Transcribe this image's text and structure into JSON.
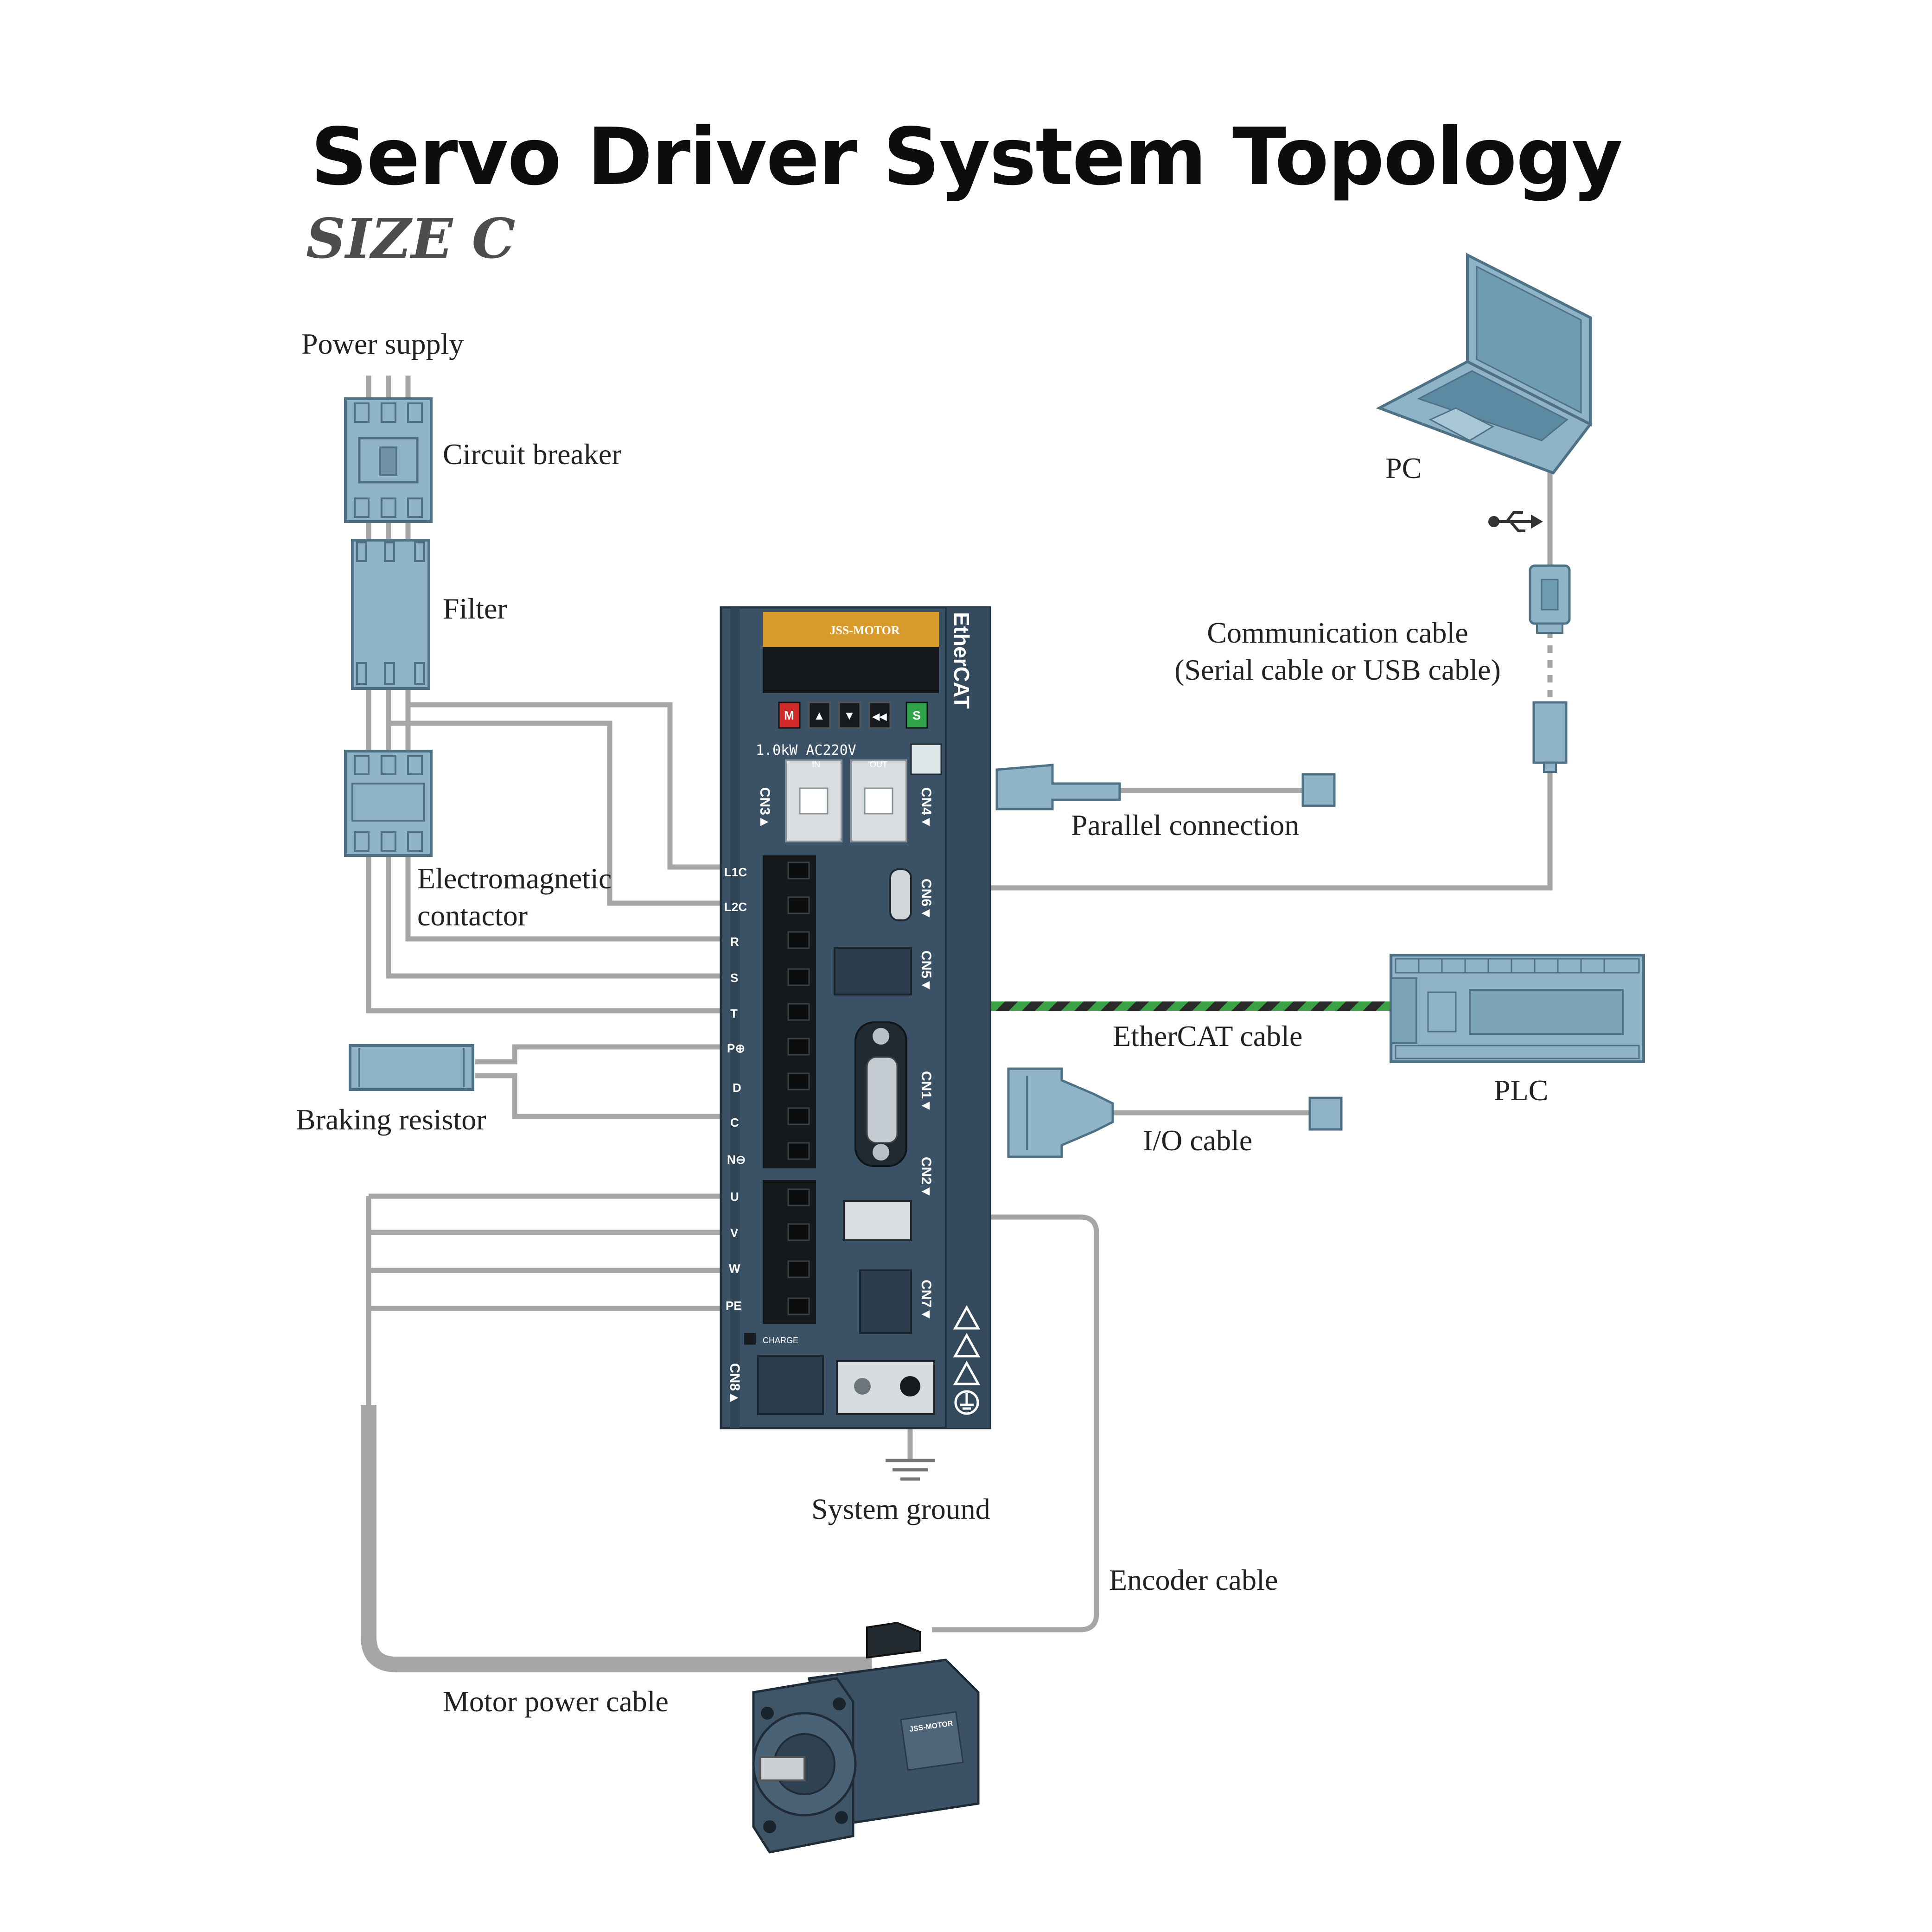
{
  "title": "Servo Driver System Topology",
  "subtitle": "SIZE C",
  "labels": {
    "power_supply": "Power supply",
    "circuit_breaker": "Circuit breaker",
    "filter": "Filter",
    "em_contactor_1": "Electromagnetic",
    "em_contactor_2": "contactor",
    "braking_resistor": "Braking resistor",
    "pc": "PC",
    "comm_cable_1": "Communication cable",
    "comm_cable_2": "(Serial cable or USB cable)",
    "parallel_connection": "Parallel connection",
    "ethercat_cable": "EtherCAT cable",
    "plc": "PLC",
    "io_cable": "I/O cable",
    "system_ground": "System ground",
    "encoder_cable": "Encoder cable",
    "motor_power_cable": "Motor power cable"
  },
  "driver": {
    "brand": "JSS-MOTOR",
    "network": "EtherCAT",
    "rating": "1.0kW  AC220V",
    "port_in": "IN",
    "port_out": "OUT",
    "charge": "CHARGE",
    "keys": [
      "M",
      "▲",
      "▼",
      "◀◀",
      "S"
    ],
    "connectors": [
      "CN3▲",
      "CN4▼",
      "CN6▼",
      "CN5▼",
      "CN1▼",
      "CN2▼",
      "CN7▼",
      "CN8▲"
    ],
    "terminals": [
      "L1C",
      "L2C",
      "R",
      "S",
      "T",
      "P⊕",
      "D",
      "C",
      "N⊖",
      "U",
      "V",
      "W",
      "PE"
    ]
  },
  "motor": {
    "brand": "JSS-MOTOR"
  },
  "colors": {
    "driver_body": "#3b5266",
    "driver_dark": "#2b3d4c",
    "display_orange": "#d89a2b",
    "device_blue": "#8fb4c7",
    "device_stroke": "#4f7186",
    "cable_gray": "#a6a6a6",
    "ethercat_green": "#3aa245"
  }
}
